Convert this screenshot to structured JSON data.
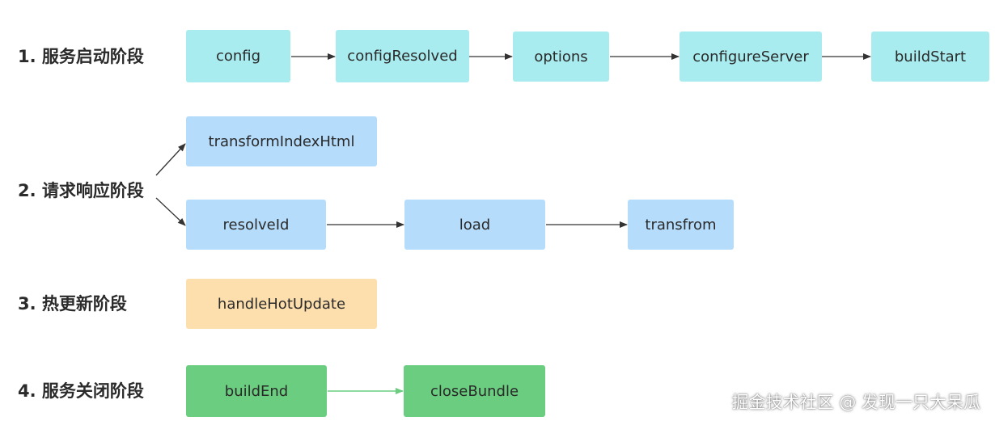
{
  "stages": {
    "startup": {
      "label": "1. 服务启动阶段",
      "nodes": [
        "config",
        "configResolved",
        "options",
        "configureServer",
        "buildStart"
      ]
    },
    "request": {
      "label": "2. 请求响应阶段",
      "top_node": "transformIndexHtml",
      "nodes": [
        "resolveId",
        "load",
        "transfrom"
      ]
    },
    "hot_update": {
      "label": "3. 热更新阶段",
      "nodes": [
        "handleHotUpdate"
      ]
    },
    "shutdown": {
      "label": "4. 服务关闭阶段",
      "nodes": [
        "buildEnd",
        "closeBundle"
      ]
    }
  },
  "colors": {
    "startup": "#a8ecef",
    "request": "#b5dcfb",
    "hot_update": "#fddfae",
    "shutdown": "#6acd7f",
    "arrow": "#333333",
    "green_arrow": "#6acd7f"
  },
  "watermark": "掘金技术社区 @ 发现一只大呆瓜"
}
